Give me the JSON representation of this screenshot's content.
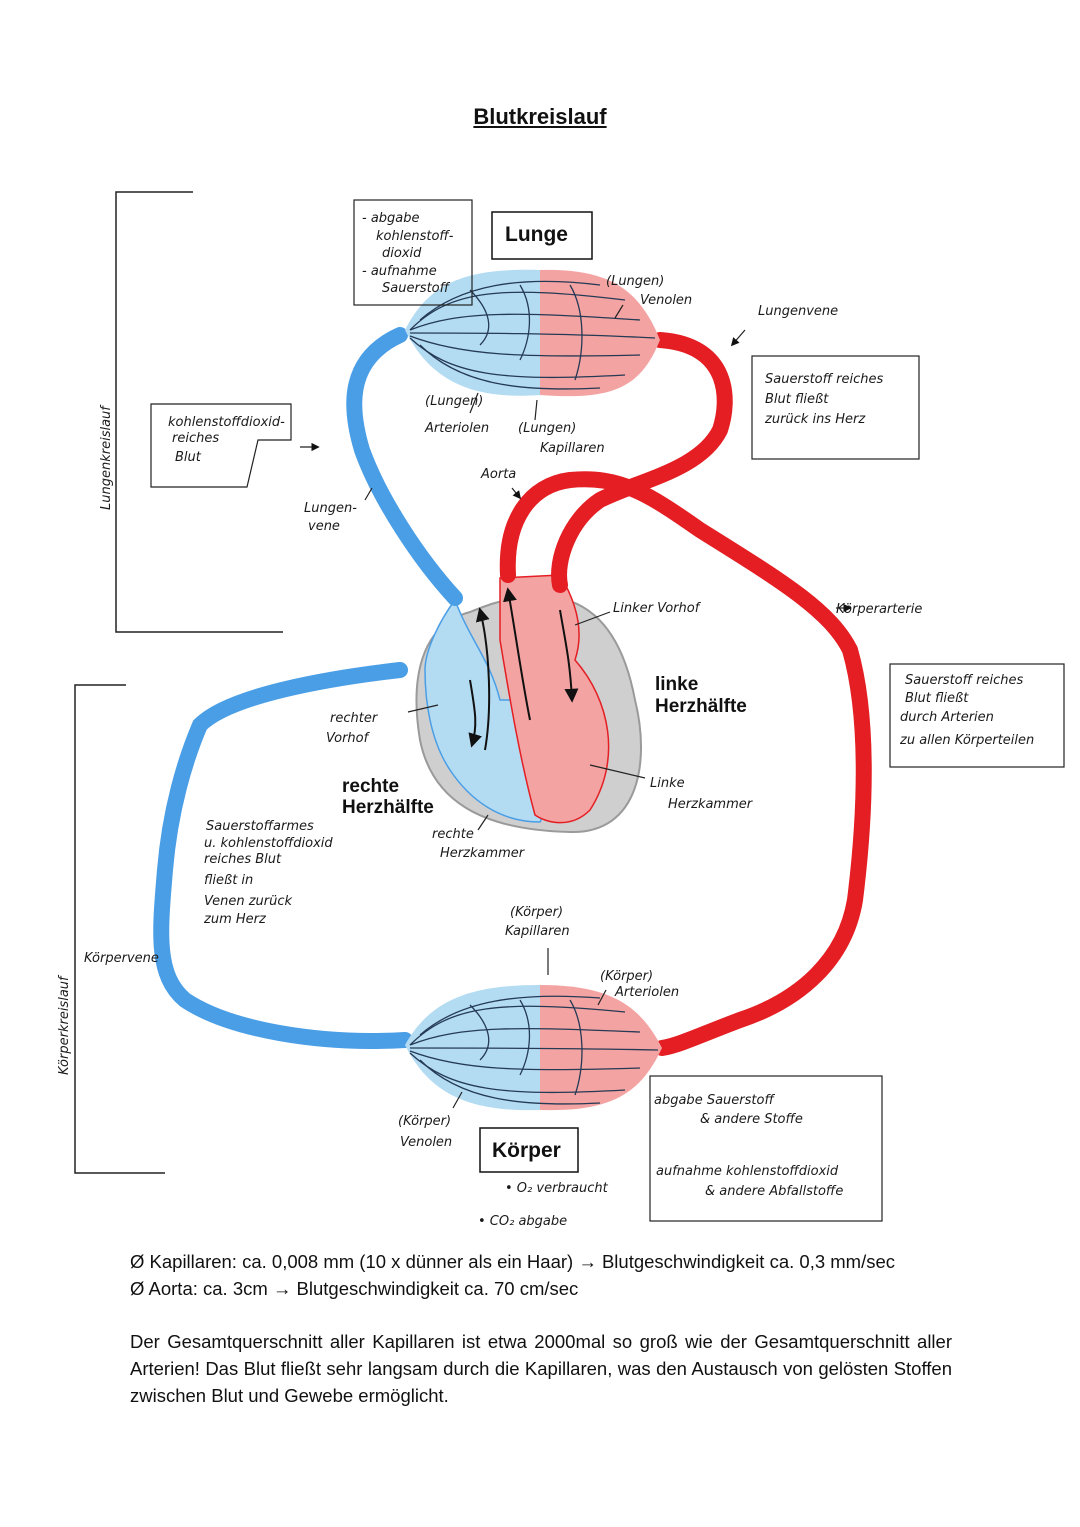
{
  "title": "Blutkreislauf",
  "colors": {
    "venous_blue": "#4a9ee6",
    "venous_light": "#b3dcf3",
    "arterial_red": "#e41e22",
    "arterial_light": "#f4a3a3",
    "heart_grey": "#cfcfcf"
  },
  "boxes": {
    "lung": "Lunge",
    "body": "Körper"
  },
  "heart": {
    "right_half": [
      "rechte",
      "Herzhälfte"
    ],
    "left_half": [
      "linke",
      "Herzhälfte"
    ]
  },
  "circuit_labels": {
    "lung_circuit": "Lungenkreislauf",
    "body_circuit": "Körperkreislauf"
  },
  "notes": {
    "lung_exchange": [
      "- abgabe",
      "kohlenstoff-",
      "dioxid",
      "- aufnahme",
      "Sauerstoff"
    ],
    "co2_blood": [
      "kohlenstoffdioxid-",
      "reiches",
      "Blut"
    ],
    "o2_return": [
      "Sauerstoff reiches",
      "Blut fließt",
      "zurück ins Herz"
    ],
    "o2_arteries": [
      "Sauerstoff reiches",
      "Blut fließt",
      "durch Arterien",
      "zu allen Körperteilen"
    ],
    "o2_poor": [
      "Sauerstoffarmes",
      "u. kohlenstoffdioxid",
      "reiches Blut",
      "fließt in",
      "Venen zurück",
      "zum Herz"
    ],
    "body_exchange_1": [
      "abgabe Sauerstoff",
      "& andere Stoffe"
    ],
    "body_exchange_2": [
      "aufnahme kohlenstoffdioxid",
      "& andere Abfallstoffe"
    ],
    "body_bullets": [
      "• O₂ verbraucht",
      "• CO₂ abgabe"
    ]
  },
  "labels": {
    "lung_venules": [
      "(Lungen)",
      "Venolen"
    ],
    "lung_vein": "Lungenvene",
    "lung_arterioles": [
      "(Lungen)",
      "Arteriolen"
    ],
    "lung_capillaries": [
      "(Lungen)",
      "Kapillaren"
    ],
    "lung_artery": [
      "Lungen-",
      "vene"
    ],
    "aorta": "Aorta",
    "left_atrium": "Linker Vorhof",
    "body_artery": "Körperarterie",
    "right_atrium": [
      "rechter",
      "Vorhof"
    ],
    "left_ventricle": [
      "Linke",
      "Herzkammer"
    ],
    "right_ventricle": [
      "rechte",
      "Herzkammer"
    ],
    "body_vein": "Körpervene",
    "body_capillaries": [
      "(Körper)",
      "Kapillaren"
    ],
    "body_arterioles": [
      "(Körper)",
      "Arteriolen"
    ],
    "body_venules": [
      "(Körper)",
      "Venolen"
    ]
  },
  "footer": {
    "line1": "Ø Kapillaren: ca. 0,008 mm (10 x dünner als ein Haar) → Blutgeschwindigkeit ca. 0,3 mm/sec",
    "line2": "Ø Aorta: ca. 3cm → Blutgeschwindigkeit ca. 70 cm/sec",
    "paragraph": "Der Gesamtquerschnitt aller Kapillaren ist etwa 2000mal so groß wie der Gesamtquerschnitt aller Arterien! Das Blut fließt sehr langsam durch die Kapillaren, was den Austausch von gelösten Stoffen zwischen Blut und Gewebe ermöglicht."
  }
}
